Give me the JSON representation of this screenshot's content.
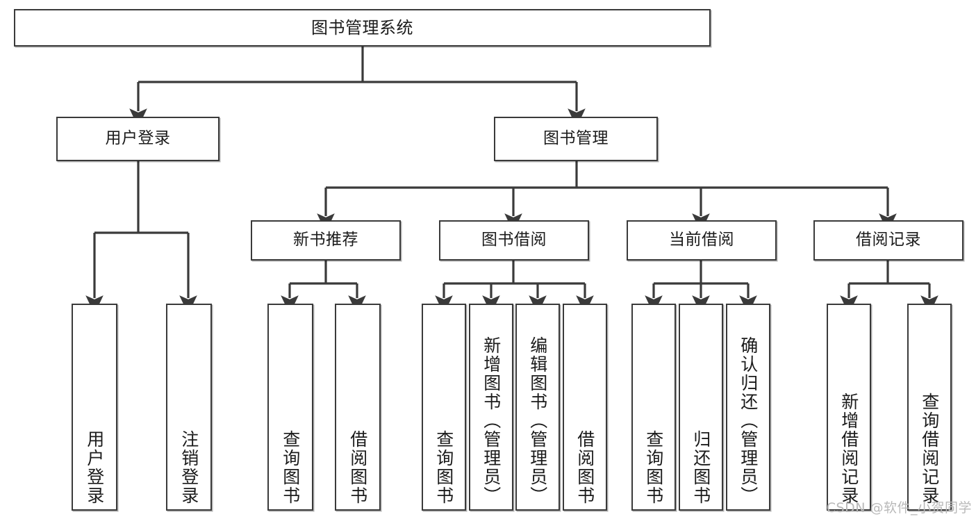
{
  "diagram": {
    "title": "图书管理系统",
    "root": {
      "label": "图书管理系统"
    },
    "level1": [
      {
        "label": "用户登录"
      },
      {
        "label": "图书管理"
      }
    ],
    "level2": [
      {
        "label": "新书推荐"
      },
      {
        "label": "图书借阅"
      },
      {
        "label": "当前借阅"
      },
      {
        "label": "借阅记录"
      }
    ],
    "leaves": {
      "user_login": [
        {
          "label": "用户登录"
        },
        {
          "label": "注销登录"
        }
      ],
      "new_book_recommend": [
        {
          "label": "查询图书"
        },
        {
          "label": "借阅图书"
        }
      ],
      "book_borrow": [
        {
          "label": "查询图书"
        },
        {
          "label": "新增图书（管理员）"
        },
        {
          "label": "编辑图书（管理员）"
        },
        {
          "label": "借阅图书"
        }
      ],
      "current_borrow": [
        {
          "label": "查询图书"
        },
        {
          "label": "归还图书"
        },
        {
          "label": "确认归还（管理员）"
        }
      ],
      "borrow_record": [
        {
          "label": "新增借阅记录"
        },
        {
          "label": "查询借阅记录"
        }
      ]
    }
  },
  "watermark": {
    "text": "CSDN @软件_小贺同学"
  },
  "colors": {
    "box_border": "#3a3a3a",
    "line": "#3a3a3a",
    "background": "#ffffff",
    "text": "#1b1b1b",
    "watermark": "#b9b9b9"
  }
}
